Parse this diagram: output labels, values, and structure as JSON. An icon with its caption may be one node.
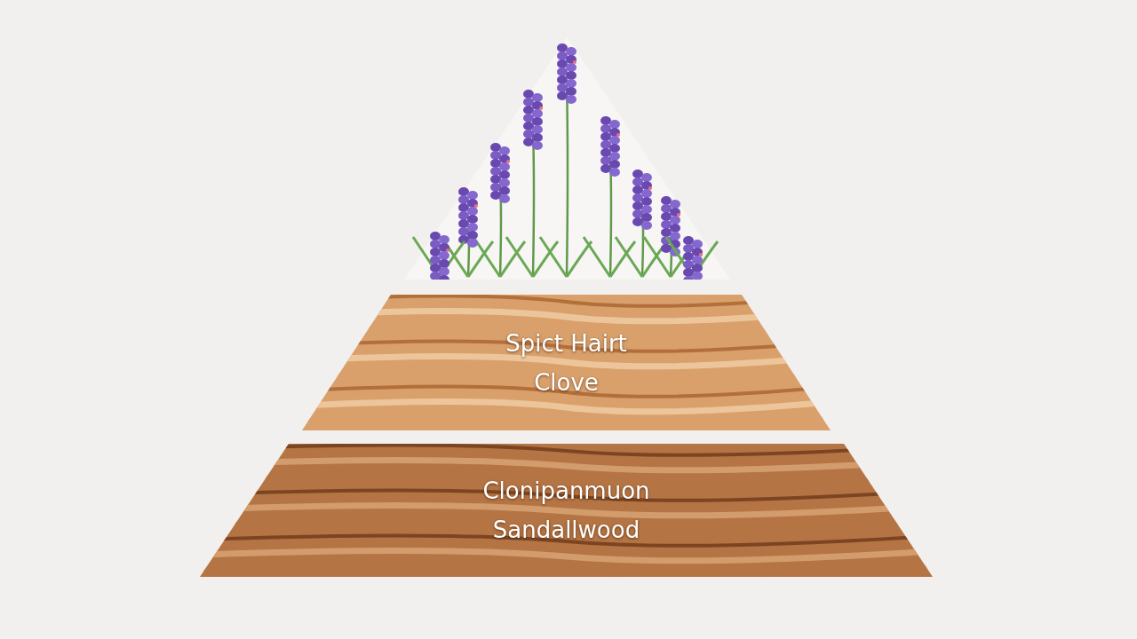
{
  "diagram": {
    "nodes": [
      {
        "text": [],
        "shape": "picture"
      },
      {
        "text": [
          "Spict Hairt",
          "Clove"
        ]
      },
      {
        "text": [
          "Clonipanmuon",
          "Sandallwood"
        ]
      }
    ]
  }
}
